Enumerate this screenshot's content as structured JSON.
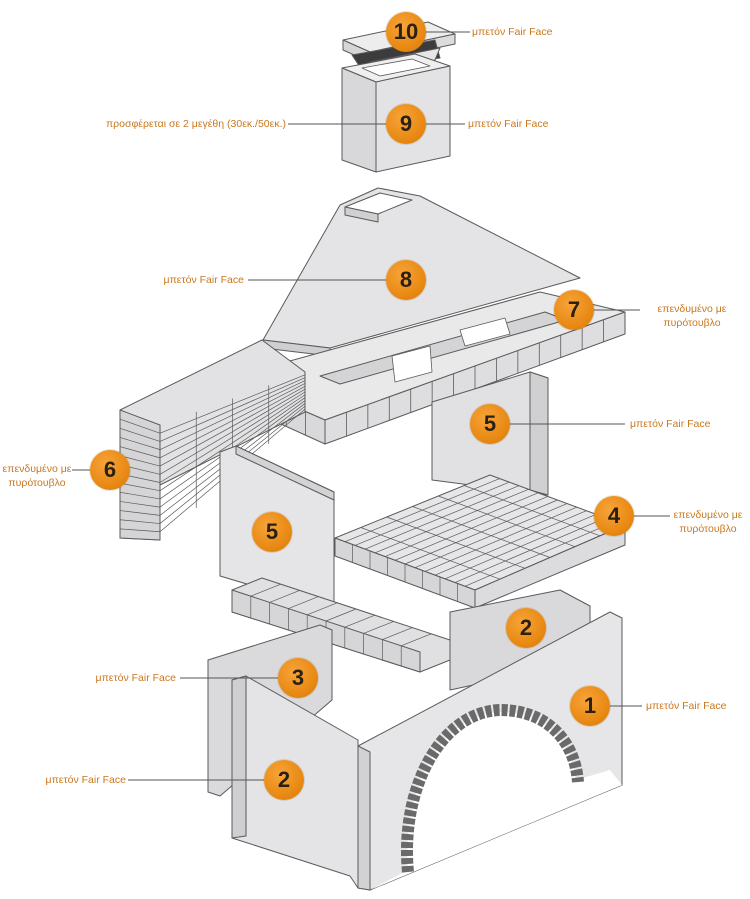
{
  "colors": {
    "accent_orange": "#e98a14",
    "label_text": "#c9781e",
    "concrete_light": "#e9e9ea",
    "concrete_mid": "#d9d9db",
    "concrete_dark": "#c7c7c9",
    "outline": "#5a5a5a",
    "stone": "#6e6e6e"
  },
  "callouts": [
    {
      "number": "10",
      "label": "μπετόν Fair Face"
    },
    {
      "number": "9",
      "label": "μπετόν Fair Face",
      "extra_label": "προσφέρεται σε 2 μεγέθη (30εκ./50εκ.)"
    },
    {
      "number": "8",
      "label": "μπετόν Fair Face"
    },
    {
      "number": "7",
      "label": "επενδυμένο με πυρότουβλο"
    },
    {
      "number": "6",
      "label": "επενδυμένο με πυρότουβλο"
    },
    {
      "number": "5",
      "label": "μπετόν Fair Face"
    },
    {
      "number": "5",
      "label": ""
    },
    {
      "number": "4",
      "label": "επενδυμένο με πυρότουβλο"
    },
    {
      "number": "3",
      "label": "μπετόν Fair Face"
    },
    {
      "number": "2",
      "label": ""
    },
    {
      "number": "2",
      "label": "μπετόν Fair Face"
    },
    {
      "number": "1",
      "label": "μπετόν Fair Face"
    }
  ]
}
